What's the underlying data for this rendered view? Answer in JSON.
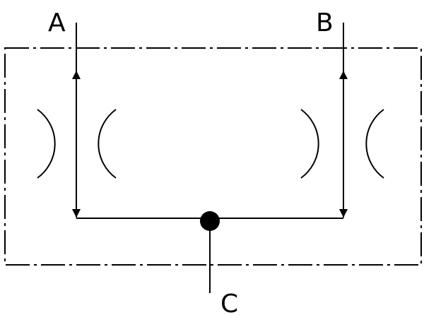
{
  "diagram": {
    "ports": {
      "a": {
        "label": "A"
      },
      "b": {
        "label": "B"
      },
      "c": {
        "label": "C"
      }
    },
    "colors": {
      "stroke": "#000000",
      "background": "#ffffff"
    }
  }
}
